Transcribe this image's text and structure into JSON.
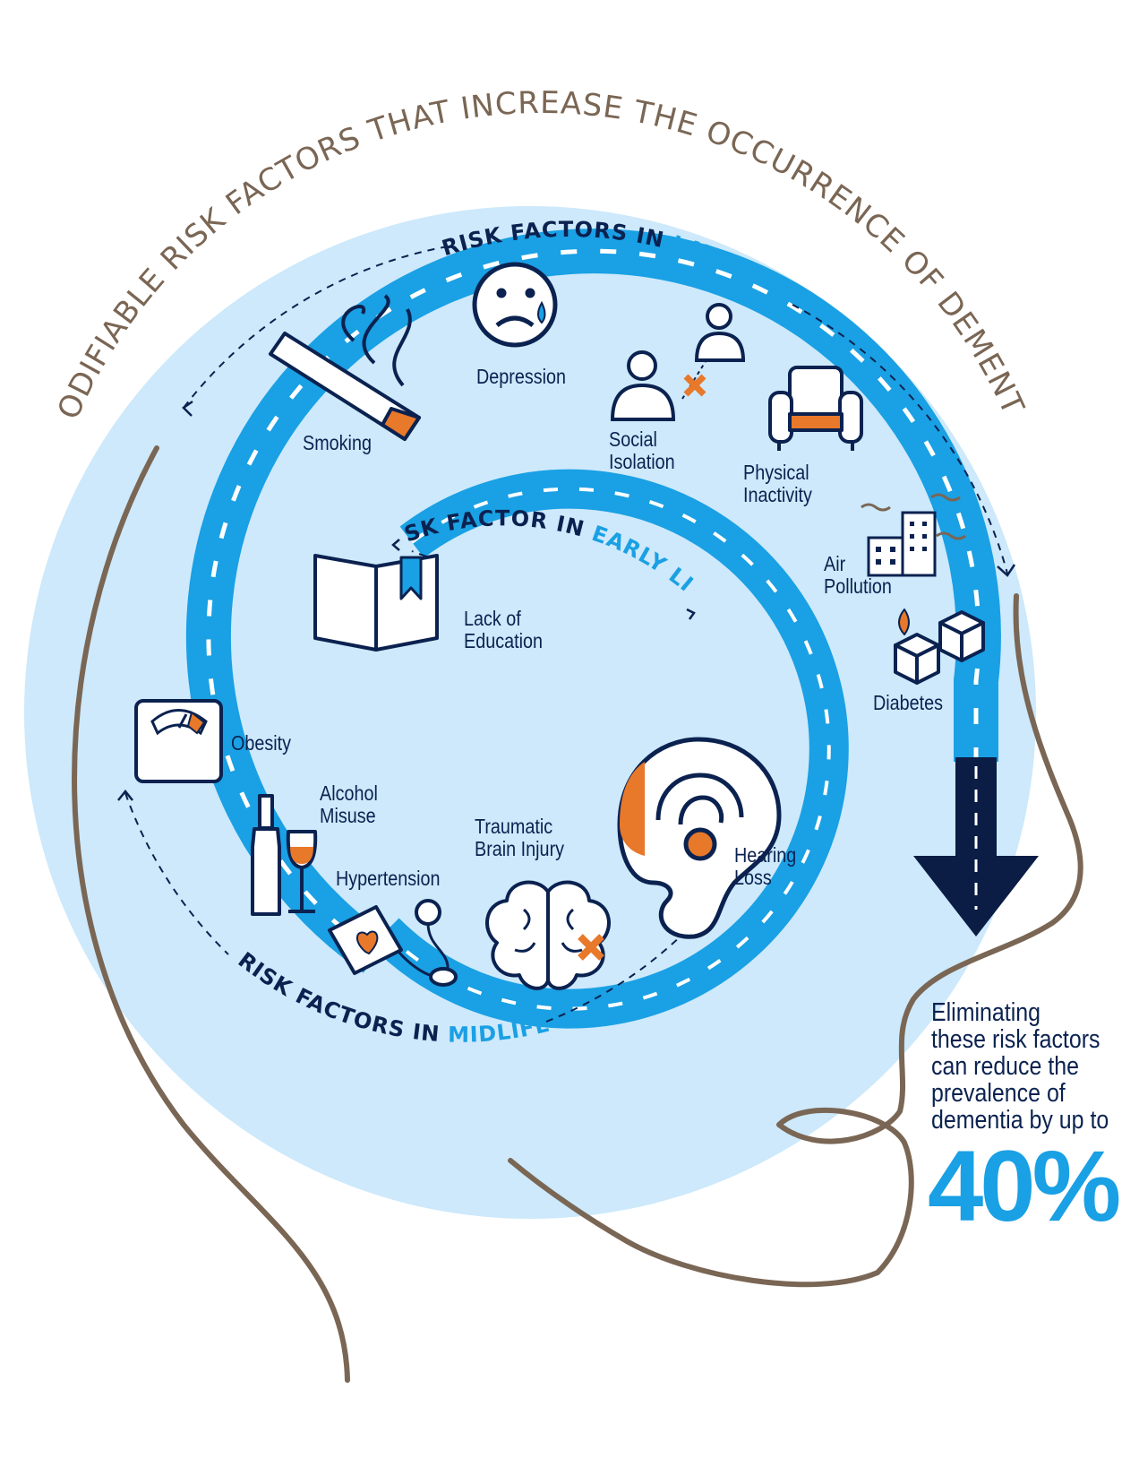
{
  "title": "MODIFIABLE RISK FACTORS THAT INCREASE THE OCCURRENCE OF DEMENTIA",
  "colors": {
    "head_fill": "#cde9fb",
    "road": "#1aa0e4",
    "road_dark": "#0b1c45",
    "accent": "#e8782a",
    "outline": "#7a6654",
    "text": "#0b2250"
  },
  "stages": {
    "later": {
      "lead": "RISK FACTORS IN ",
      "accent": "LATER LIFE"
    },
    "early": {
      "lead": "RISK FACTOR IN ",
      "accent": "EARLY LIFE"
    },
    "mid": {
      "lead": "RISK FACTORS IN ",
      "accent": "MIDLIFE"
    }
  },
  "factors": {
    "smoking": "Smoking",
    "depression": "Depression",
    "social_isolation": "Social\nIsolation",
    "physical_inactivity": "Physical\nInactivity",
    "air_pollution": "Air\nPollution",
    "diabetes": "Diabetes",
    "lack_of_education": "Lack of\nEducation",
    "obesity": "Obesity",
    "alcohol_misuse": "Alcohol\nMisuse",
    "traumatic_brain_injury": "Traumatic\nBrain Injury",
    "hypertension": "Hypertension",
    "hearing_loss": "Hearing\nLoss"
  },
  "icons": [
    "cigarette-icon",
    "sad-face-icon",
    "people-disconnected-icon",
    "armchair-icon",
    "polluted-city-icon",
    "sugar-cubes-icon",
    "book-icon",
    "scale-icon",
    "wine-icon",
    "brain-icon",
    "blood-pressure-icon",
    "ear-icon"
  ],
  "callout": {
    "text": "Eliminating\nthese risk factors\ncan reduce the\nprevalence of\ndementia by up to",
    "percent": "40%"
  }
}
